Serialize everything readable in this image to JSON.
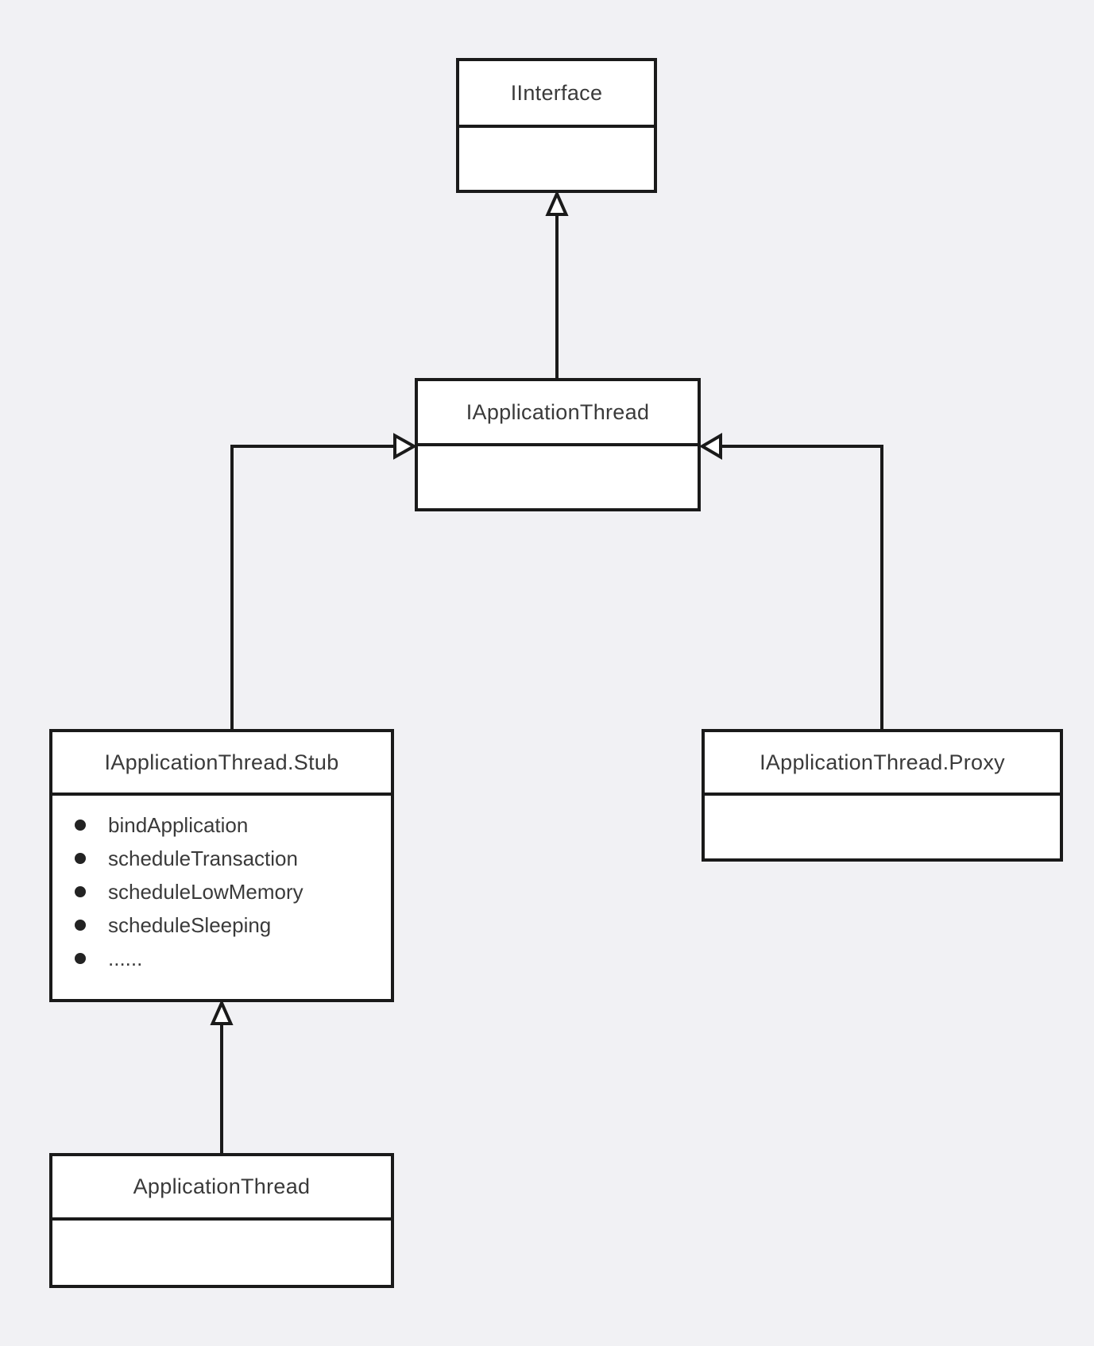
{
  "diagram": {
    "type": "uml-class-diagram",
    "background_color": "#f1f1f4",
    "box_fill_color": "#ffffff",
    "line_color": "#1a1a1a",
    "text_color": "#3a3a3a",
    "nodes": [
      {
        "id": "iinterface",
        "title": "IInterface",
        "methods": []
      },
      {
        "id": "iapplicationthread",
        "title": "IApplicationThread",
        "methods": []
      },
      {
        "id": "iapplicationthread-stub",
        "title": "IApplicationThread.Stub",
        "methods": [
          "bindApplication",
          "scheduleTransaction",
          "scheduleLowMemory",
          "scheduleSleeping",
          "......"
        ]
      },
      {
        "id": "iapplicationthread-proxy",
        "title": "IApplicationThread.Proxy",
        "methods": []
      },
      {
        "id": "applicationthread",
        "title": "ApplicationThread",
        "methods": []
      }
    ],
    "edges": [
      {
        "from": "IApplicationThread",
        "to": "IInterface",
        "type": "generalization"
      },
      {
        "from": "IApplicationThread.Stub",
        "to": "IApplicationThread",
        "type": "generalization"
      },
      {
        "from": "IApplicationThread.Proxy",
        "to": "IApplicationThread",
        "type": "generalization"
      },
      {
        "from": "ApplicationThread",
        "to": "IApplicationThread.Stub",
        "type": "generalization"
      }
    ]
  }
}
